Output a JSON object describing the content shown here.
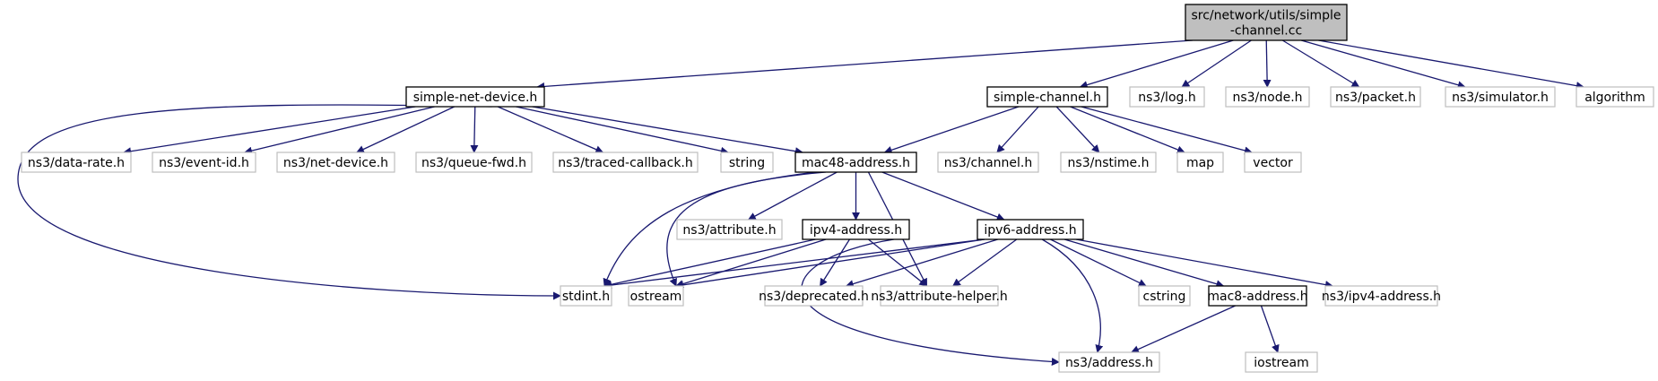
{
  "diagram": {
    "type": "include-dependency-graph",
    "edge_color": "#191970",
    "root_fill": "#bfbfbf",
    "local_border": "#000000",
    "external_border": "#bfbfbf",
    "nodes": [
      {
        "id": "root",
        "label": "src/network/utils/simple\n-channel.cc",
        "kind": "root"
      },
      {
        "id": "simple-net-device",
        "label": "simple-net-device.h",
        "kind": "local"
      },
      {
        "id": "simple-channel",
        "label": "simple-channel.h",
        "kind": "local"
      },
      {
        "id": "log",
        "label": "ns3/log.h",
        "kind": "external"
      },
      {
        "id": "node",
        "label": "ns3/node.h",
        "kind": "external"
      },
      {
        "id": "packet",
        "label": "ns3/packet.h",
        "kind": "external"
      },
      {
        "id": "simulator",
        "label": "ns3/simulator.h",
        "kind": "external"
      },
      {
        "id": "algorithm",
        "label": "algorithm",
        "kind": "external"
      },
      {
        "id": "data-rate",
        "label": "ns3/data-rate.h",
        "kind": "external"
      },
      {
        "id": "event-id",
        "label": "ns3/event-id.h",
        "kind": "external"
      },
      {
        "id": "net-device",
        "label": "ns3/net-device.h",
        "kind": "external"
      },
      {
        "id": "queue-fwd",
        "label": "ns3/queue-fwd.h",
        "kind": "external"
      },
      {
        "id": "traced-callback",
        "label": "ns3/traced-callback.h",
        "kind": "external"
      },
      {
        "id": "string",
        "label": "string",
        "kind": "external"
      },
      {
        "id": "mac48",
        "label": "mac48-address.h",
        "kind": "local"
      },
      {
        "id": "channel",
        "label": "ns3/channel.h",
        "kind": "external"
      },
      {
        "id": "nstime",
        "label": "ns3/nstime.h",
        "kind": "external"
      },
      {
        "id": "map",
        "label": "map",
        "kind": "external"
      },
      {
        "id": "vector",
        "label": "vector",
        "kind": "external"
      },
      {
        "id": "attribute",
        "label": "ns3/attribute.h",
        "kind": "external"
      },
      {
        "id": "ipv4",
        "label": "ipv4-address.h",
        "kind": "local"
      },
      {
        "id": "ipv6",
        "label": "ipv6-address.h",
        "kind": "local"
      },
      {
        "id": "stdint",
        "label": "stdint.h",
        "kind": "external"
      },
      {
        "id": "ostream",
        "label": "ostream",
        "kind": "external"
      },
      {
        "id": "deprecated",
        "label": "ns3/deprecated.h",
        "kind": "external"
      },
      {
        "id": "attribute-helper",
        "label": "ns3/attribute-helper.h",
        "kind": "external"
      },
      {
        "id": "cstring",
        "label": "cstring",
        "kind": "external"
      },
      {
        "id": "mac8",
        "label": "mac8-address.h",
        "kind": "local"
      },
      {
        "id": "ns3-ipv4",
        "label": "ns3/ipv4-address.h",
        "kind": "external"
      },
      {
        "id": "address",
        "label": "ns3/address.h",
        "kind": "external"
      },
      {
        "id": "iostream",
        "label": "iostream",
        "kind": "external"
      }
    ],
    "edges": [
      [
        "root",
        "simple-net-device"
      ],
      [
        "root",
        "simple-channel"
      ],
      [
        "root",
        "log"
      ],
      [
        "root",
        "node"
      ],
      [
        "root",
        "packet"
      ],
      [
        "root",
        "simulator"
      ],
      [
        "root",
        "algorithm"
      ],
      [
        "simple-net-device",
        "data-rate"
      ],
      [
        "simple-net-device",
        "event-id"
      ],
      [
        "simple-net-device",
        "net-device"
      ],
      [
        "simple-net-device",
        "queue-fwd"
      ],
      [
        "simple-net-device",
        "traced-callback"
      ],
      [
        "simple-net-device",
        "string"
      ],
      [
        "simple-net-device",
        "mac48"
      ],
      [
        "simple-net-device",
        "stdint"
      ],
      [
        "simple-channel",
        "mac48"
      ],
      [
        "simple-channel",
        "channel"
      ],
      [
        "simple-channel",
        "nstime"
      ],
      [
        "simple-channel",
        "map"
      ],
      [
        "simple-channel",
        "vector"
      ],
      [
        "mac48",
        "attribute"
      ],
      [
        "mac48",
        "ipv4"
      ],
      [
        "mac48",
        "ipv6"
      ],
      [
        "mac48",
        "stdint"
      ],
      [
        "mac48",
        "ostream"
      ],
      [
        "mac48",
        "attribute-helper"
      ],
      [
        "ipv4",
        "stdint"
      ],
      [
        "ipv4",
        "ostream"
      ],
      [
        "ipv4",
        "deprecated"
      ],
      [
        "ipv4",
        "attribute-helper"
      ],
      [
        "ipv4",
        "address"
      ],
      [
        "ipv6",
        "stdint"
      ],
      [
        "ipv6",
        "ostream"
      ],
      [
        "ipv6",
        "deprecated"
      ],
      [
        "ipv6",
        "attribute-helper"
      ],
      [
        "ipv6",
        "cstring"
      ],
      [
        "ipv6",
        "mac8"
      ],
      [
        "ipv6",
        "ns3-ipv4"
      ],
      [
        "ipv6",
        "address"
      ],
      [
        "mac8",
        "address"
      ],
      [
        "mac8",
        "iostream"
      ]
    ]
  }
}
